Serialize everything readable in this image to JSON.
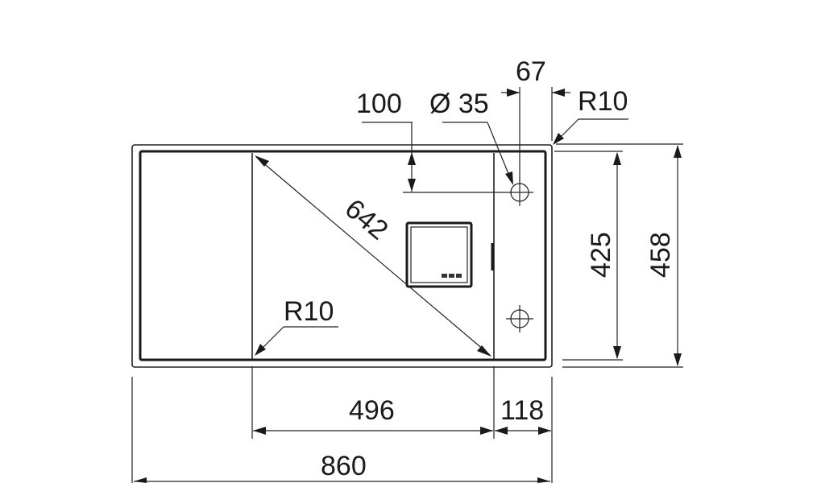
{
  "dimensions": {
    "overall_width": "860",
    "bowl_width": "496",
    "drainer_width": "118",
    "diagonal": "642",
    "inner_height": "425",
    "overall_height": "458",
    "tap_hole_diameter": "Ø 35",
    "tap_offset_from_edge": "100",
    "tap_offset_horizontal": "67",
    "corner_radius_outer": "R10",
    "corner_radius_inner": "R10"
  }
}
